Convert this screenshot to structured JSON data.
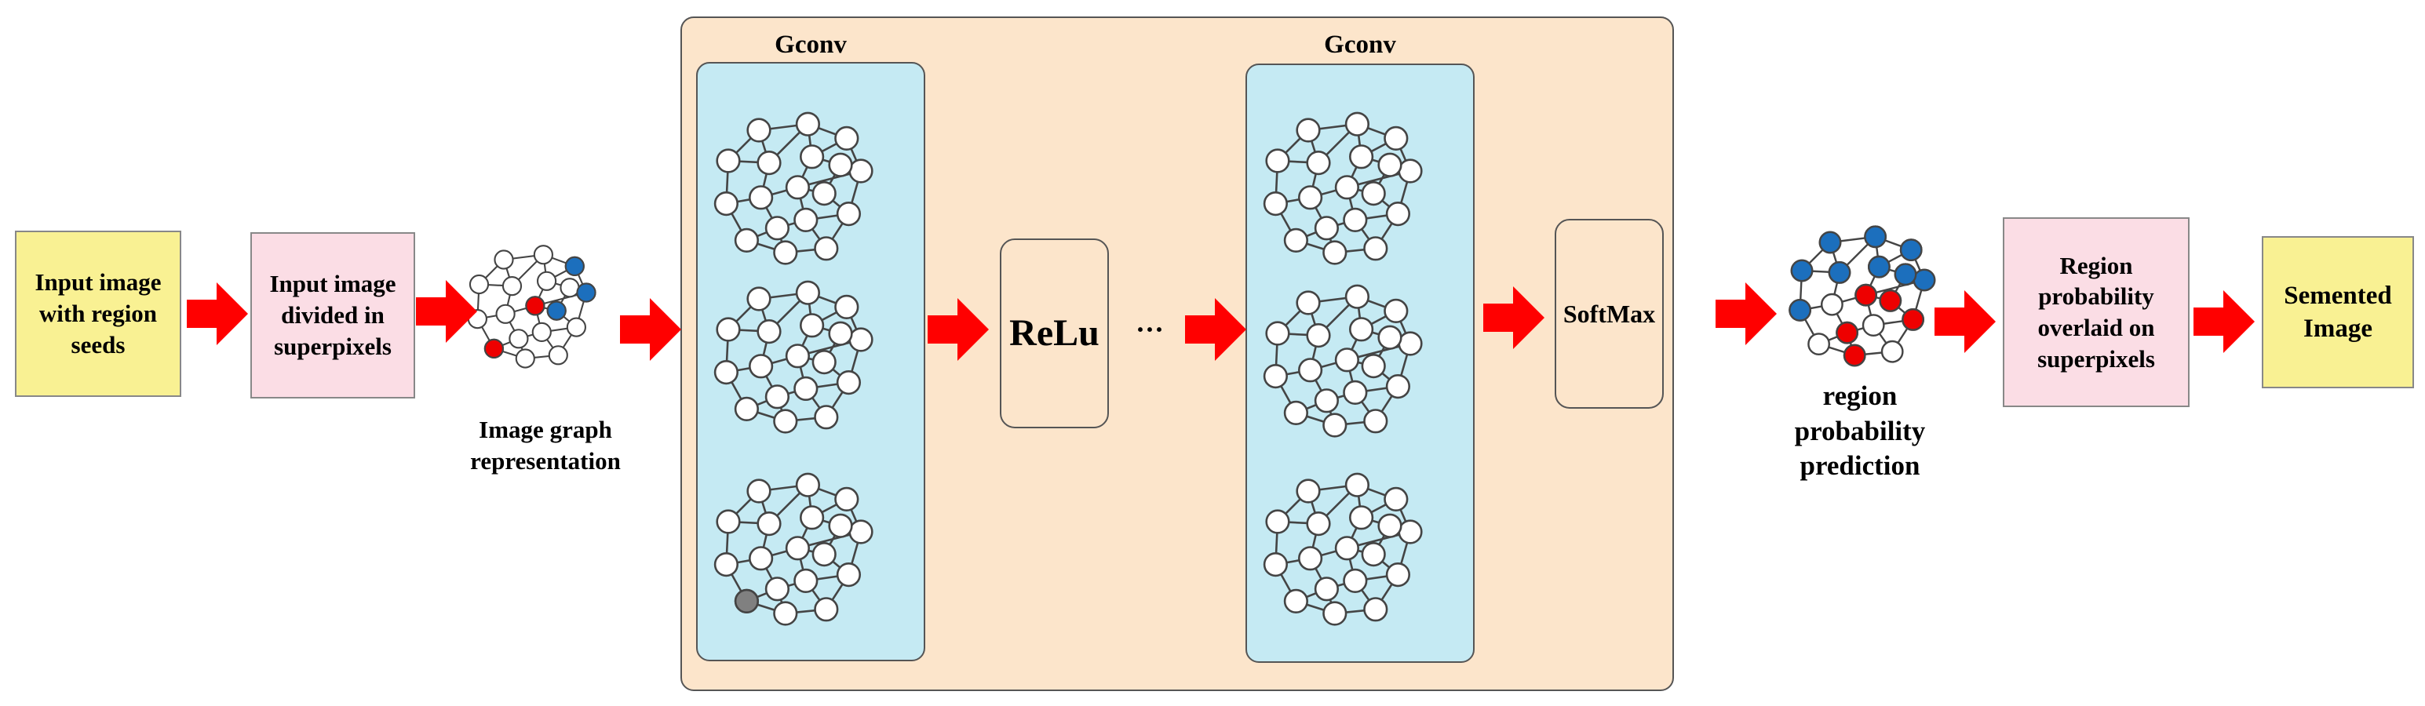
{
  "colors": {
    "input_box": "#f9f193",
    "superpixel_box": "#fbdde5",
    "gcn_container": "#fce5cb",
    "gconv_panel": "#c5eaf3",
    "arrow": "#ff0000",
    "node_blue": "#1c6fbd",
    "node_red": "#ee0000",
    "node_gray": "#808080"
  },
  "blocks": {
    "input_image": "Input image\nwith region\nseeds",
    "superpixels": "Input image\ndivided in\nsuperpixels",
    "graph_caption": "Image graph\nrepresentation",
    "gconv_1": "Gconv",
    "relu": "ReLu",
    "ellipsis": "···",
    "gconv_2": "Gconv",
    "softmax": "SoftMax",
    "prediction_caption": "region\nprobability\nprediction",
    "overlay": "Region\nprobability\noverlaid on\nsuperpixels",
    "output": "Semented\nImage"
  },
  "icons": [
    "right-arrow-icon",
    "graph-icon"
  ]
}
